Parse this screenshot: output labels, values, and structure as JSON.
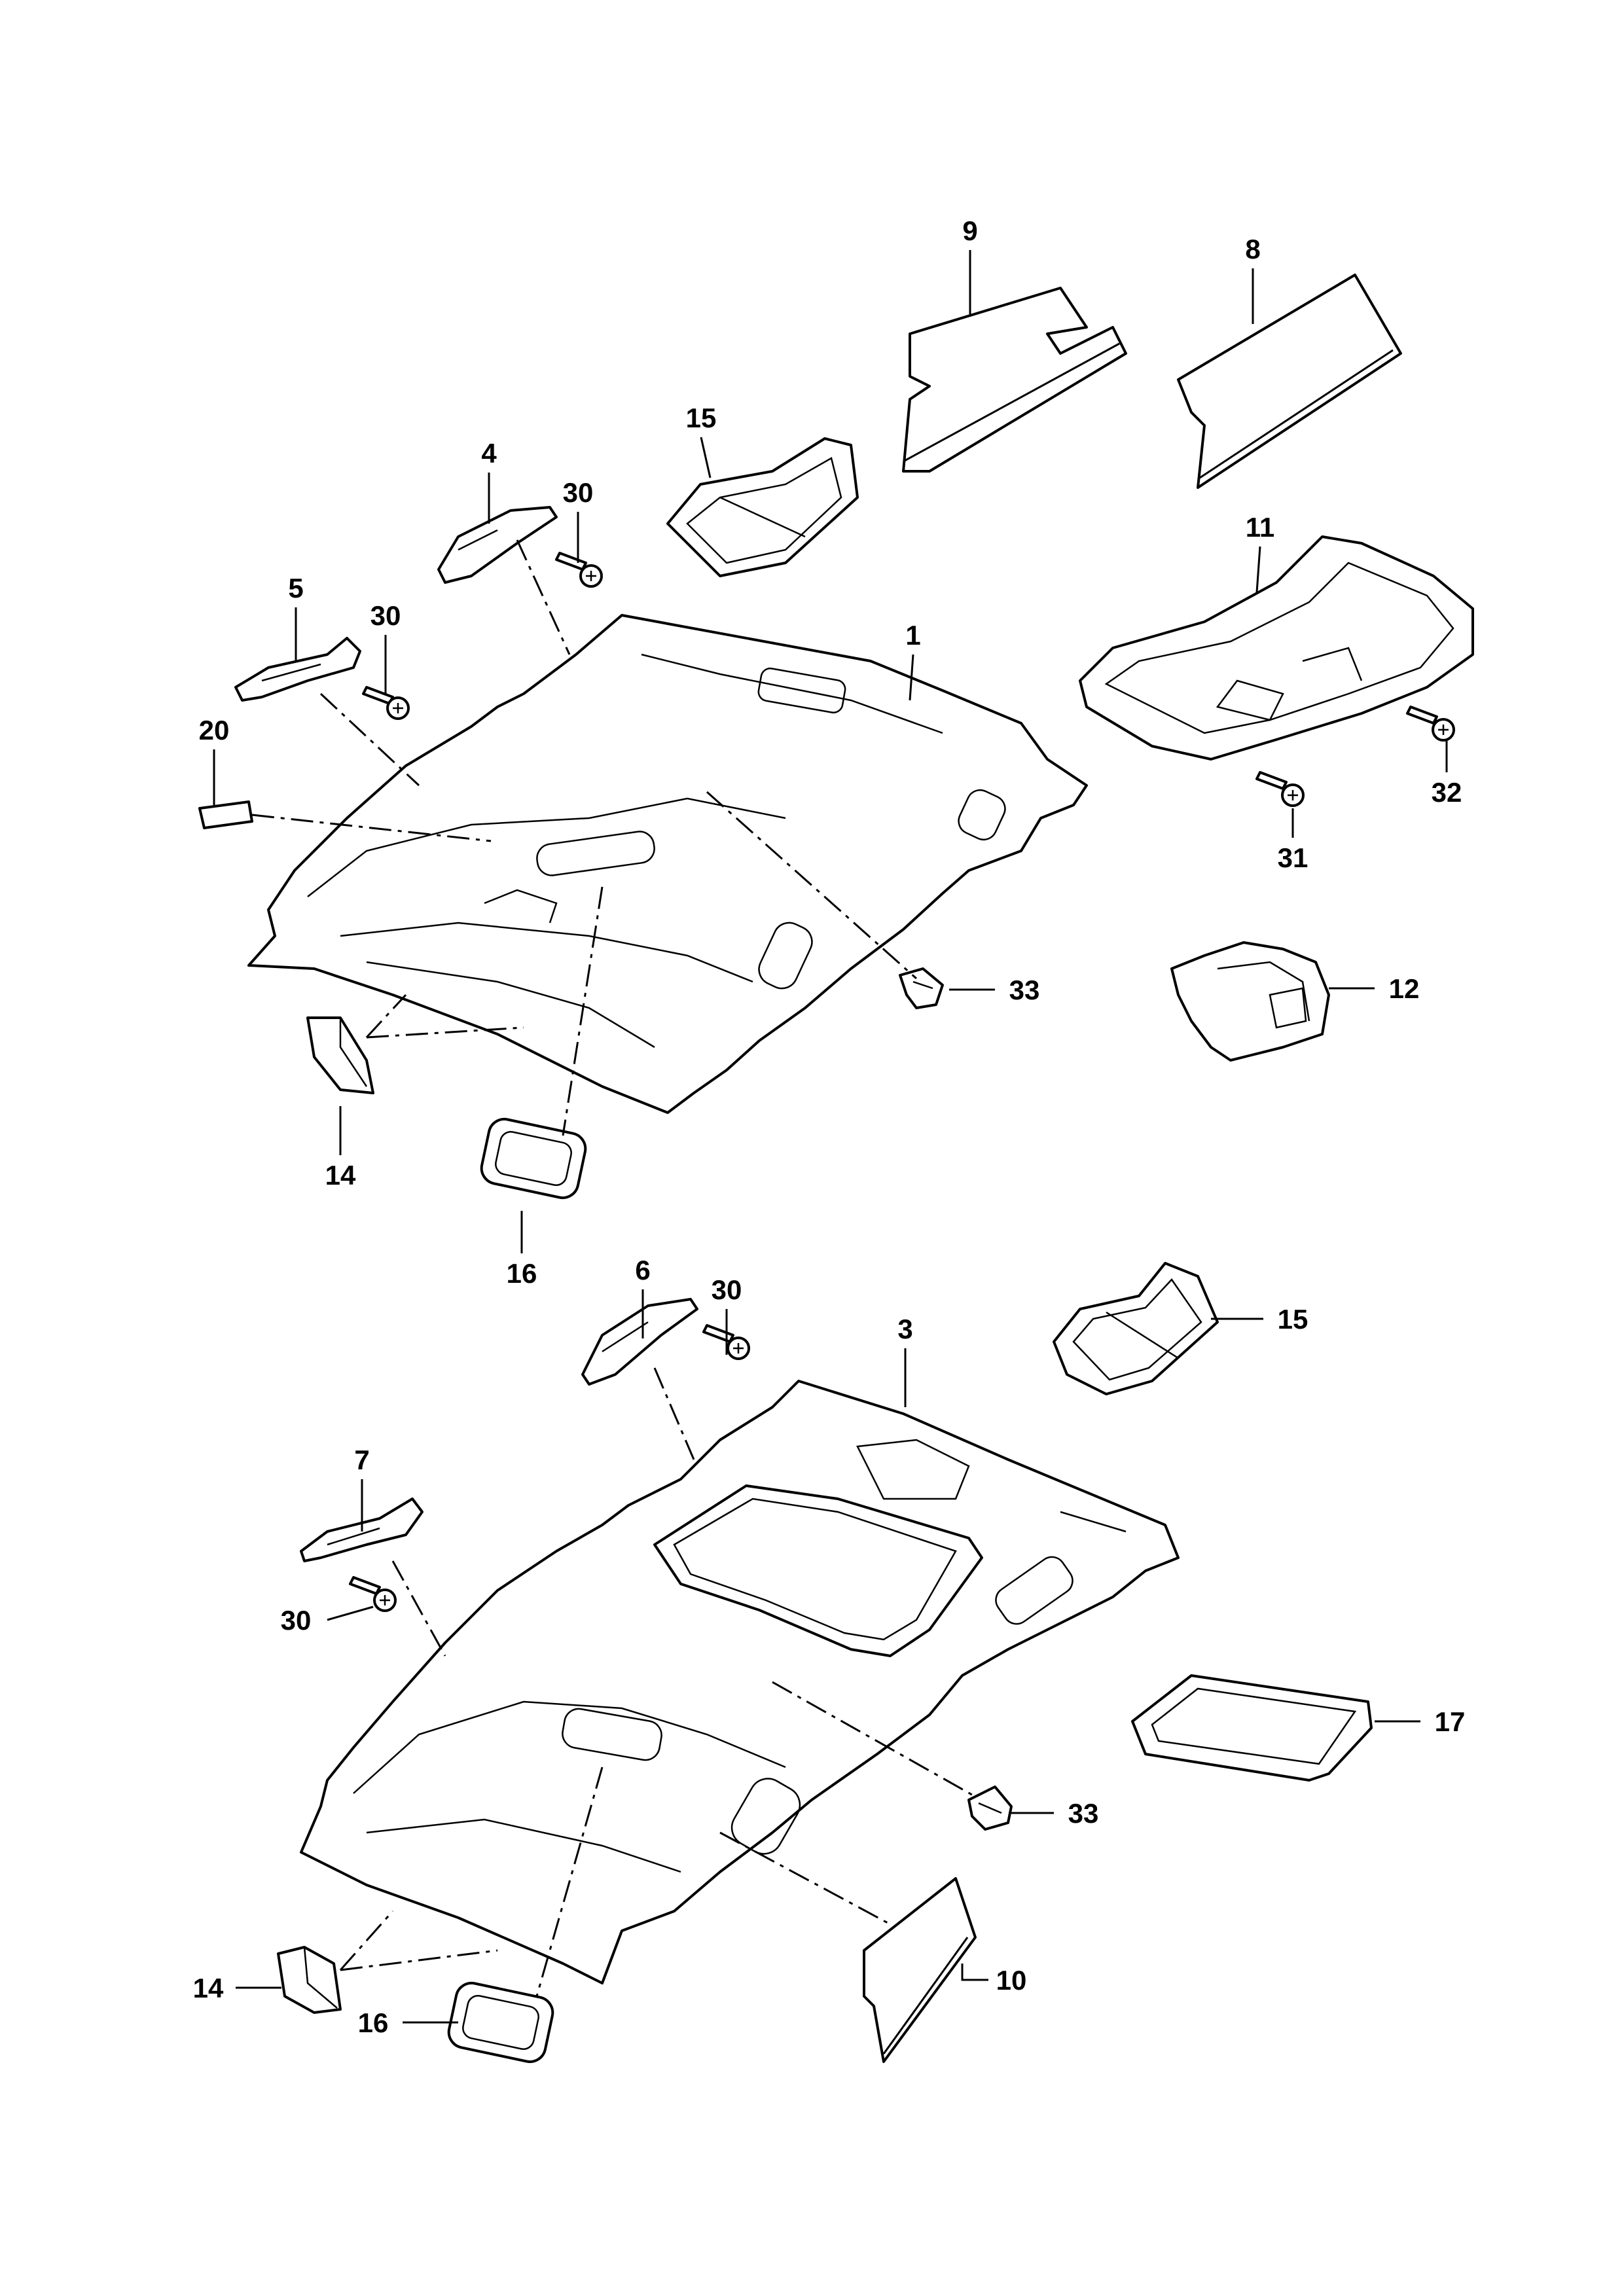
{
  "callouts": {
    "c1": "1",
    "c3": "3",
    "c4": "4",
    "c5": "5",
    "c6": "6",
    "c7": "7",
    "c8": "8",
    "c9": "9",
    "c10": "10",
    "c11": "11",
    "c12": "12",
    "c14a": "14",
    "c14b": "14",
    "c15a": "15",
    "c15b": "15",
    "c16a": "16",
    "c16b": "16",
    "c17": "17",
    "c20": "20",
    "c30a": "30",
    "c30b": "30",
    "c30c": "30",
    "c30d": "30",
    "c31": "31",
    "c32": "32",
    "c33a": "33",
    "c33b": "33"
  }
}
